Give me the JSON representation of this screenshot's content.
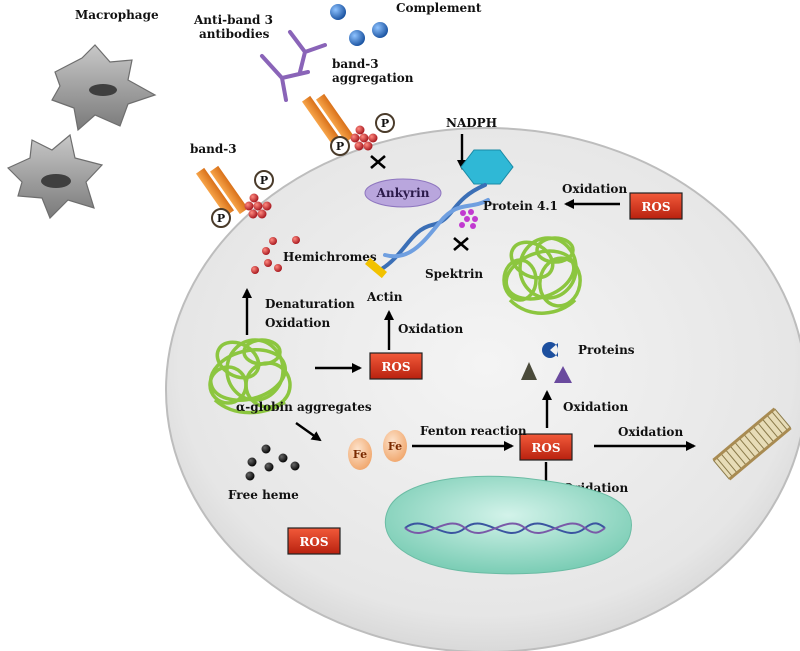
{
  "labels": {
    "macrophage": "Macrophage",
    "anti_band3_line1": "Anti-band 3",
    "anti_band3_line2": "antibodies",
    "complement": "Complement",
    "band3_aggregation_line1": "band-3",
    "band3_aggregation_line2": "aggregation",
    "band3": "band-3",
    "nadph": "NADPH",
    "ankyrin": "Ankyrin",
    "protein41": "Protein 4.1",
    "spektrin": "Spektrin",
    "hemichromes": "Hemichromes",
    "denaturation": "Denaturation",
    "oxidation": "Oxidation",
    "actin": "Actin",
    "proteins": "Proteins",
    "alpha_globin": "α-globin aggregates",
    "fenton": "Fenton reaction",
    "free_heme": "Free heme",
    "fe": "Fe",
    "ros": "ROS",
    "phosphate": "P"
  },
  "colors": {
    "cell_fill": "#e9e9e9",
    "ros_fill": "#d9381e",
    "band3": "#f2922e",
    "antibody": "#8a64b8",
    "complement": "#2a6fc9",
    "nadph": "#2fb8d6",
    "ankyrin": "#b9a6dd",
    "spektrin": "#3b6fb6",
    "actin": "#f2c200",
    "globin": "#8cc63f",
    "hemichrome": "#c0222a",
    "fe": "#f8c9a0",
    "nucleus": "#9fdcc9",
    "membrane": "#c8b27a"
  }
}
